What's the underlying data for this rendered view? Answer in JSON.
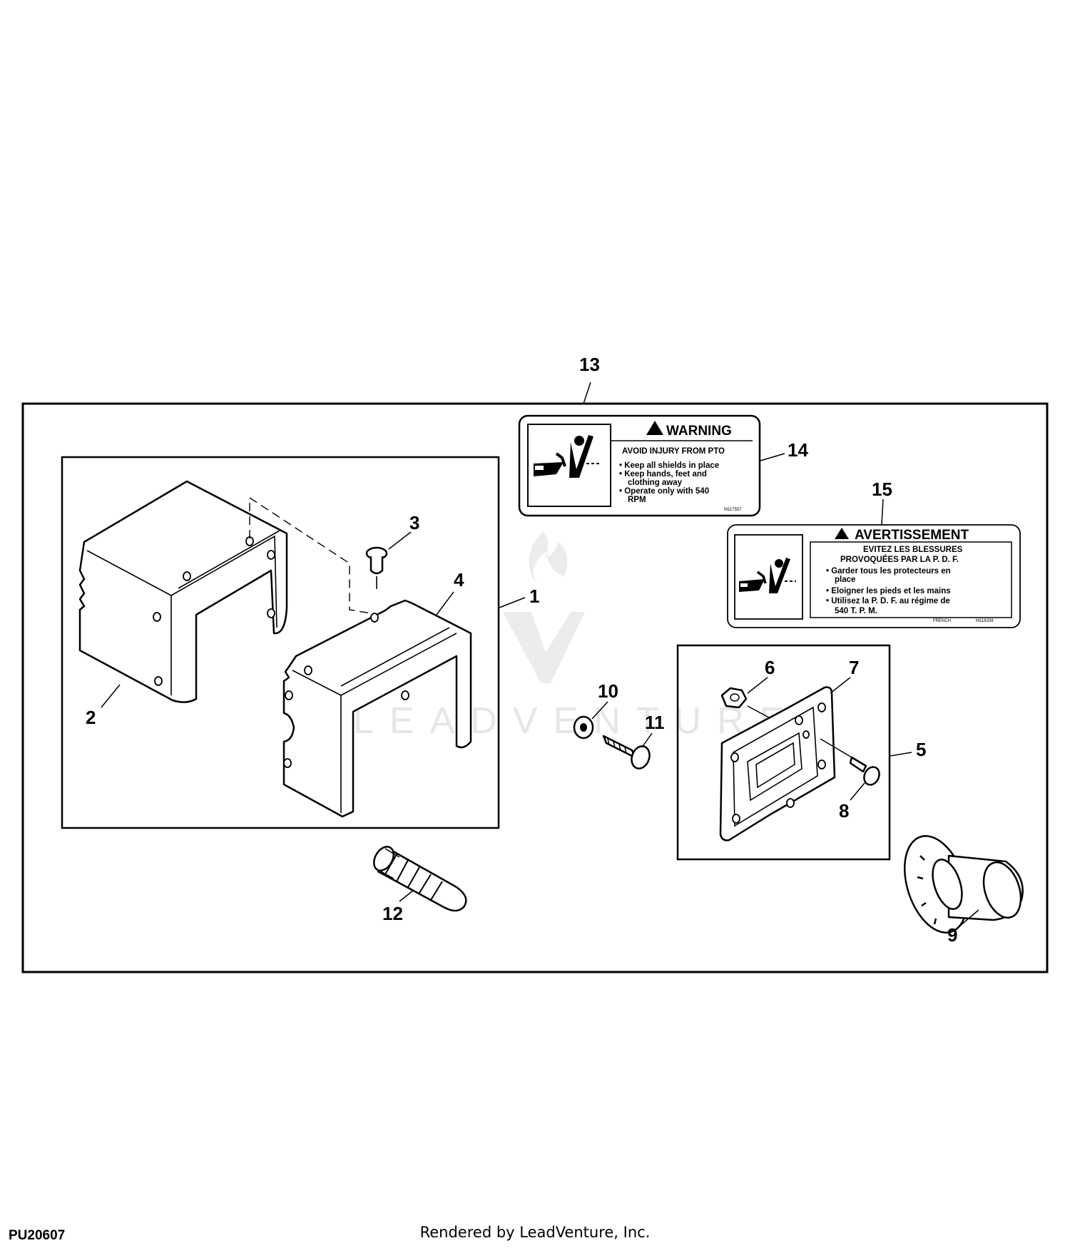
{
  "callouts": {
    "c1": "1",
    "c2": "2",
    "c3": "3",
    "c4": "4",
    "c5": "5",
    "c6": "6",
    "c7": "7",
    "c8": "8",
    "c9": "9",
    "c10": "10",
    "c11": "11",
    "c12": "12",
    "c13": "13",
    "c14": "14",
    "c15": "15"
  },
  "warning_decal": {
    "heading": "WARNING",
    "subheading": "AVOID INJURY FROM PTO",
    "line1": "• Keep all shields in place",
    "line2": "• Keep hands, feet and",
    "line3": "clothing away",
    "line4": "• Operate only with 540",
    "line5": "RPM",
    "code": "M117557"
  },
  "french_decal": {
    "heading": "AVERTISSEMENT",
    "line1": "EVITEZ LES BLESSURES",
    "line2": "PROVOQUÉES PAR LA P. D. F.",
    "line3": "• Garder tous les protecteurs en",
    "line4": "place",
    "line5": "• Eloigner les pieds et les mains",
    "line6": "• Utilisez la P. D. F. au régime de",
    "line7": "540 T. P. M.",
    "lang": "FRENCH",
    "code": "M118208"
  },
  "watermark": {
    "text": "LEADVENTURE"
  },
  "footer": {
    "drawing_number": "PU20607",
    "rendered_by": "Rendered by LeadVenture, Inc."
  }
}
